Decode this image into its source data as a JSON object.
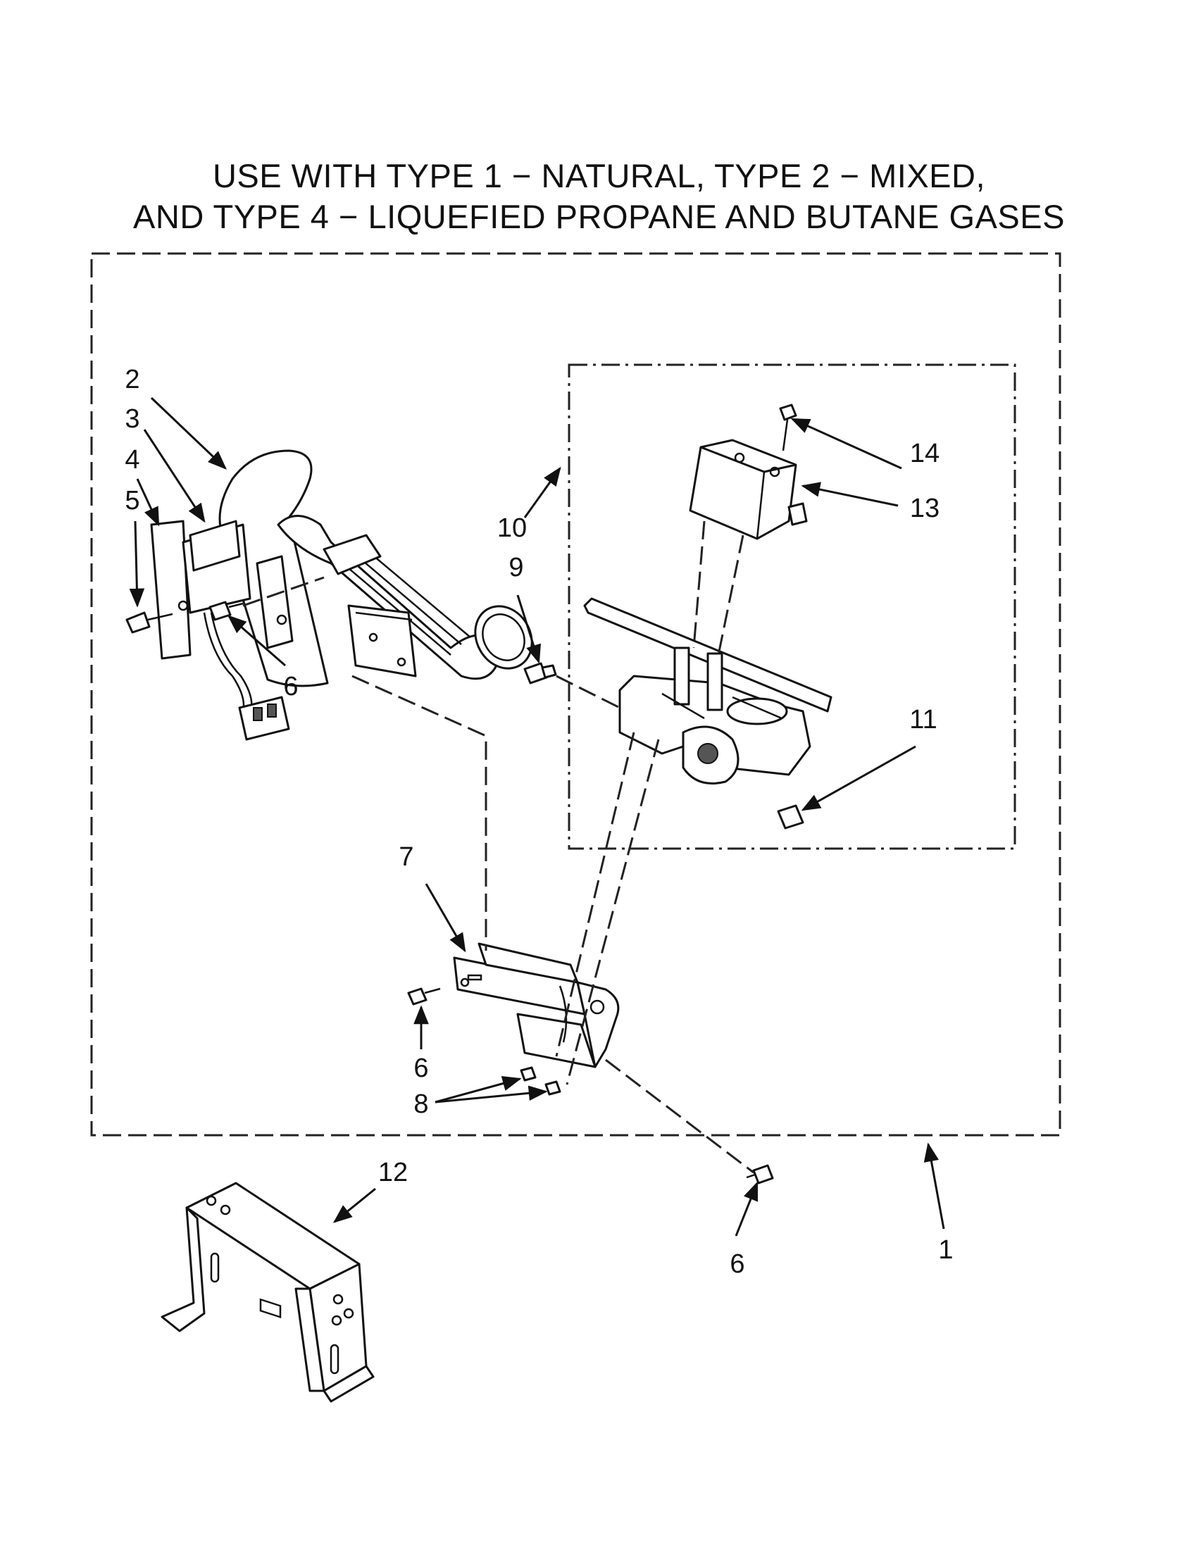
{
  "title": {
    "line1": "USE WITH TYPE 1 − NATURAL, TYPE 2 − MIXED,",
    "line2": "AND TYPE 4 − LIQUEFIED PROPANE AND BUTANE GASES"
  },
  "callouts": {
    "c1": "1",
    "c2": "2",
    "c3": "3",
    "c4": "4",
    "c5": "5",
    "c6a": "6",
    "c6b": "6",
    "c6c": "6",
    "c7": "7",
    "c8": "8",
    "c9": "9",
    "c10": "10",
    "c11": "11",
    "c12": "12",
    "c13": "13",
    "c14": "14"
  }
}
